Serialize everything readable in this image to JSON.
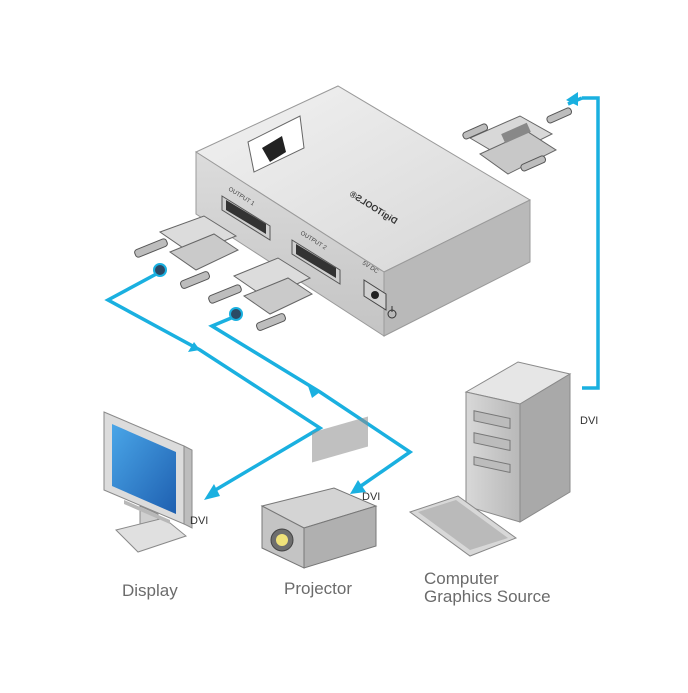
{
  "device": {
    "output1_label": "OUTPUT 1",
    "output2_label": "OUTPUT 2",
    "power_label": "5V DC",
    "brand_text": "DigiTOOLS®"
  },
  "connections": {
    "source_to_input": "DVI",
    "output_to_projector": "DVI",
    "output_to_display": "DVI"
  },
  "devices": {
    "display": "Display",
    "projector": "Projector",
    "computer_line1": "Computer",
    "computer_line2": "Graphics Source"
  },
  "colors": {
    "cable": "#1ab0e0",
    "device_body": "#e3e3e3",
    "device_dark": "#8c8c8c"
  }
}
